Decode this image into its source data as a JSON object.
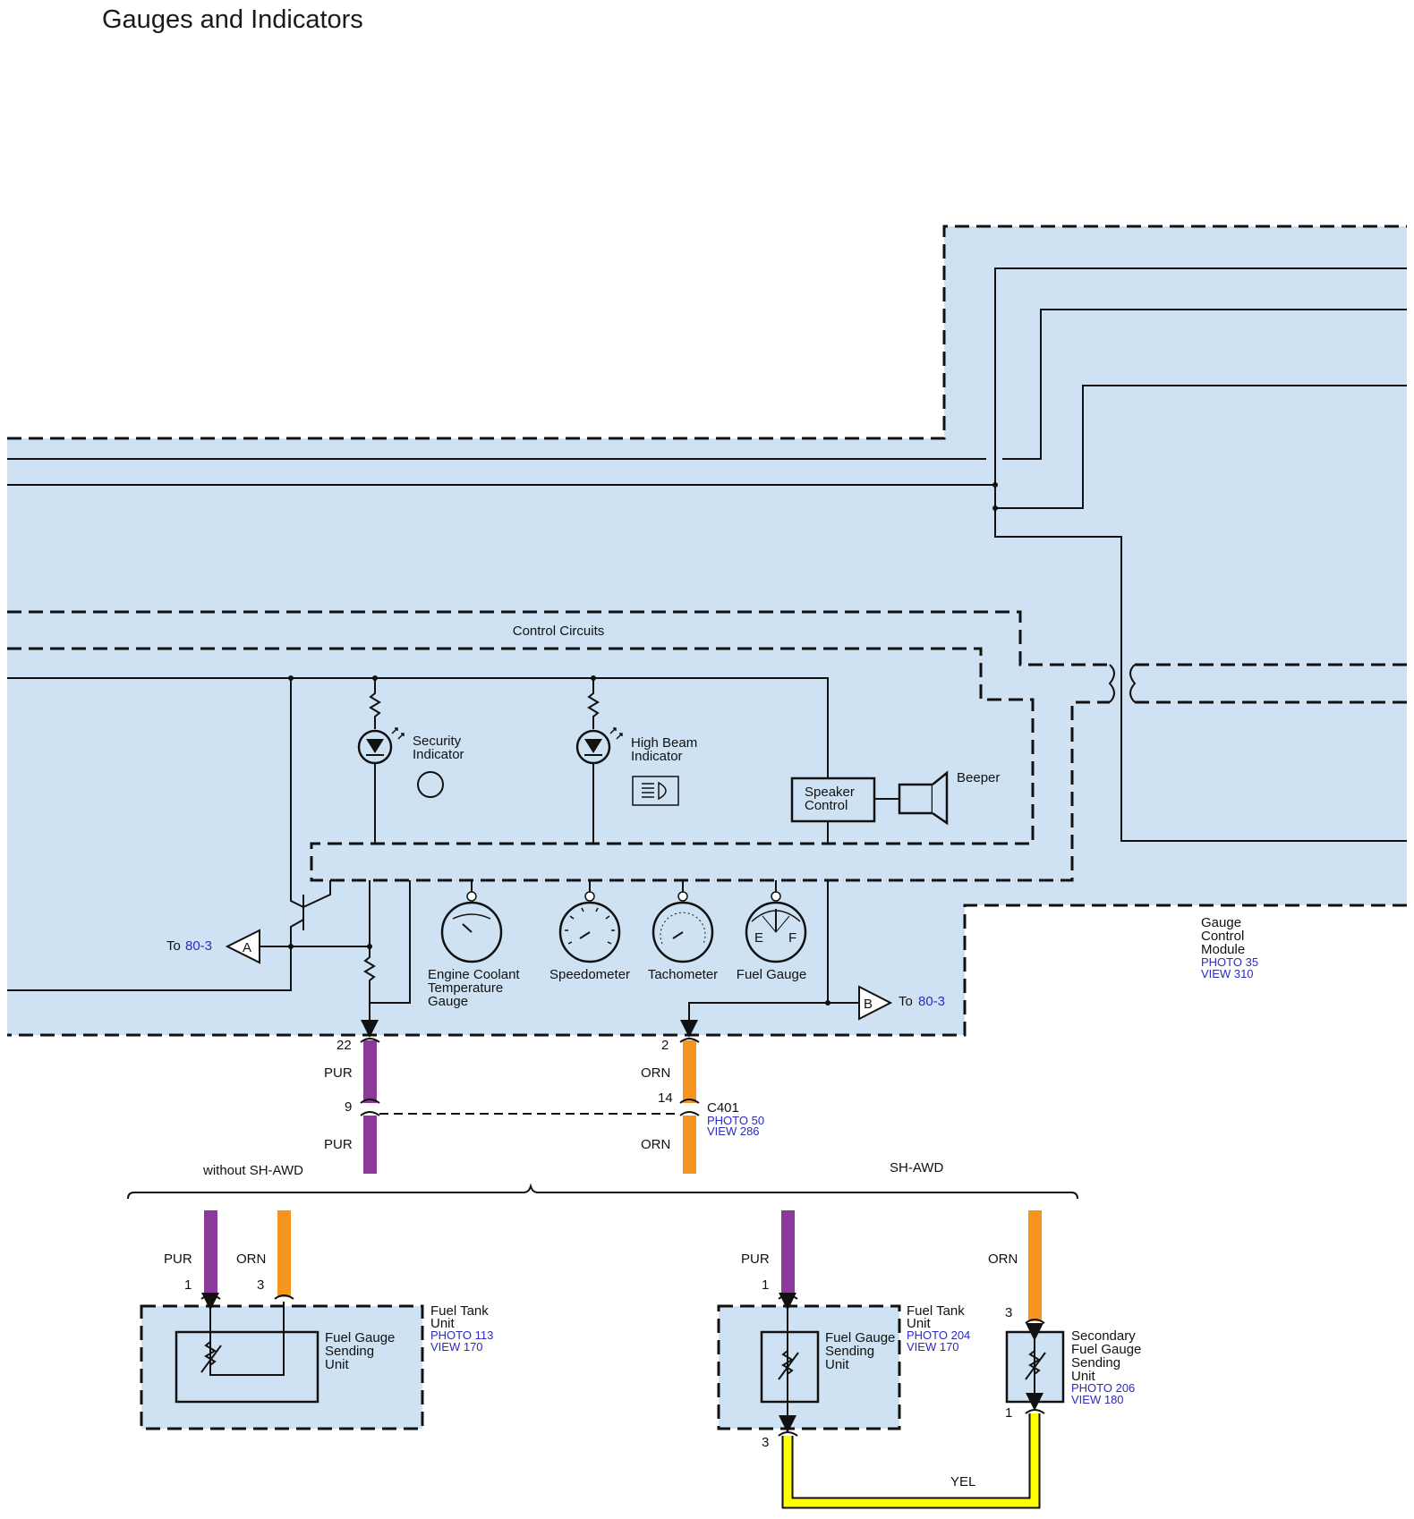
{
  "title": "Gauges and Indicators",
  "colors": {
    "module_fill": "#cfe2f3",
    "pur": "#8b3a9a",
    "orn": "#f7941d",
    "yel": "#ffff00",
    "link": "#2b2bbf"
  },
  "labels": {
    "control_circuits": "Control Circuits",
    "security_indicator": [
      "Security",
      "Indicator"
    ],
    "high_beam_indicator": [
      "High Beam",
      "Indicator"
    ],
    "speaker_control": [
      "Speaker",
      "Control"
    ],
    "beeper": "Beeper",
    "engine_coolant_gauge": [
      "Engine Coolant",
      "Temperature",
      "Gauge"
    ],
    "speedometer": "Speedometer",
    "tachometer": "Tachometer",
    "fuel_gauge": "Fuel Gauge",
    "gauge_control_module": [
      "Gauge",
      "Control",
      "Module"
    ],
    "gcm_photo": "PHOTO 35",
    "gcm_view": "VIEW 310",
    "to_a_prefix": "To",
    "to_a_link": "80-3",
    "connector_a": "A",
    "to_b_prefix": "To",
    "to_b_link": "80-3",
    "connector_b": "B",
    "fuel_e": "E",
    "fuel_f": "F"
  },
  "connectors": {
    "pin22": "22",
    "pin2": "2",
    "pin9": "9",
    "pin14": "14",
    "c401": "C401",
    "c401_photo": "PHOTO 50",
    "c401_view": "VIEW 286"
  },
  "wires": {
    "pur": "PUR",
    "orn": "ORN",
    "yel": "YEL"
  },
  "variants": {
    "without": "without SH-AWD",
    "with": "SH-AWD"
  },
  "left_unit": {
    "pur_pin": "1",
    "orn_pin": "3",
    "sender": [
      "Fuel Gauge",
      "Sending",
      "Unit"
    ],
    "tank": [
      "Fuel Tank",
      "Unit"
    ],
    "photo": "PHOTO 113",
    "view": "VIEW 170"
  },
  "right_unit": {
    "pur_pin": "1",
    "bottom_pin": "3",
    "sender": [
      "Fuel Gauge",
      "Sending",
      "Unit"
    ],
    "tank": [
      "Fuel Tank",
      "Unit"
    ],
    "photo": "PHOTO 204",
    "view": "VIEW 170"
  },
  "secondary_unit": {
    "orn_pin": "3",
    "bottom_pin": "1",
    "label": [
      "Secondary",
      "Fuel Gauge",
      "Sending",
      "Unit"
    ],
    "photo": "PHOTO 206",
    "view": "VIEW 180"
  }
}
